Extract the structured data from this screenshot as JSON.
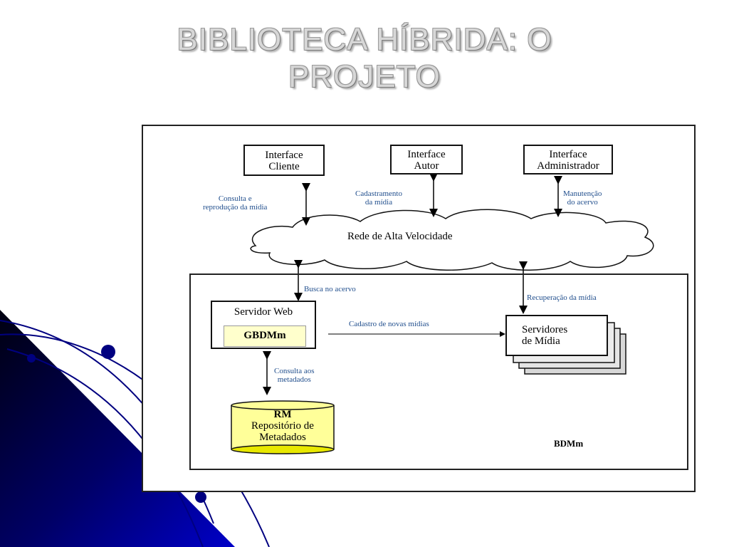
{
  "slide": {
    "title_line1": "BIBLIOTECA HÍBRIDA: O",
    "title_line2": "PROJETO"
  },
  "diagram": {
    "interfaces": {
      "cliente_line1": "Interface",
      "cliente_line2": "Cliente",
      "autor_line1": "Interface",
      "autor_line2": "Autor",
      "admin_line1": "Interface",
      "admin_line2": "Administrador"
    },
    "labels": {
      "consulta_line1": "Consulta e",
      "consulta_line2": "reprodução da mídia",
      "cadastramento_line1": "Cadastramento",
      "cadastramento_line2": "da mídia",
      "manutencao_line1": "Manutenção",
      "manutencao_line2": "do acervo",
      "busca": "Busca no acervo",
      "recuperacao": "Recuperação da mídia",
      "cadastro_novas": "Cadastro de novas mídias",
      "consulta_meta_line1": "Consulta aos",
      "consulta_meta_line2": "metadados"
    },
    "network": "Rede de Alta Velocidade",
    "servidor_web": "Servidor Web",
    "gbdmm": "GBDMm",
    "servidores_line1": "Servidores",
    "servidores_line2": "de Mídia",
    "rm_title": "RM",
    "rm_line1": "Repositório de",
    "rm_line2": "Metadados",
    "bdmm": "BDMm"
  },
  "colors": {
    "label_blue": "#1f4d8c",
    "gbd_fill": "#ffffcc",
    "cylinder_fill": "#ffff99",
    "cylinder_top": "#e8e800",
    "deco_navy": "#000080"
  }
}
